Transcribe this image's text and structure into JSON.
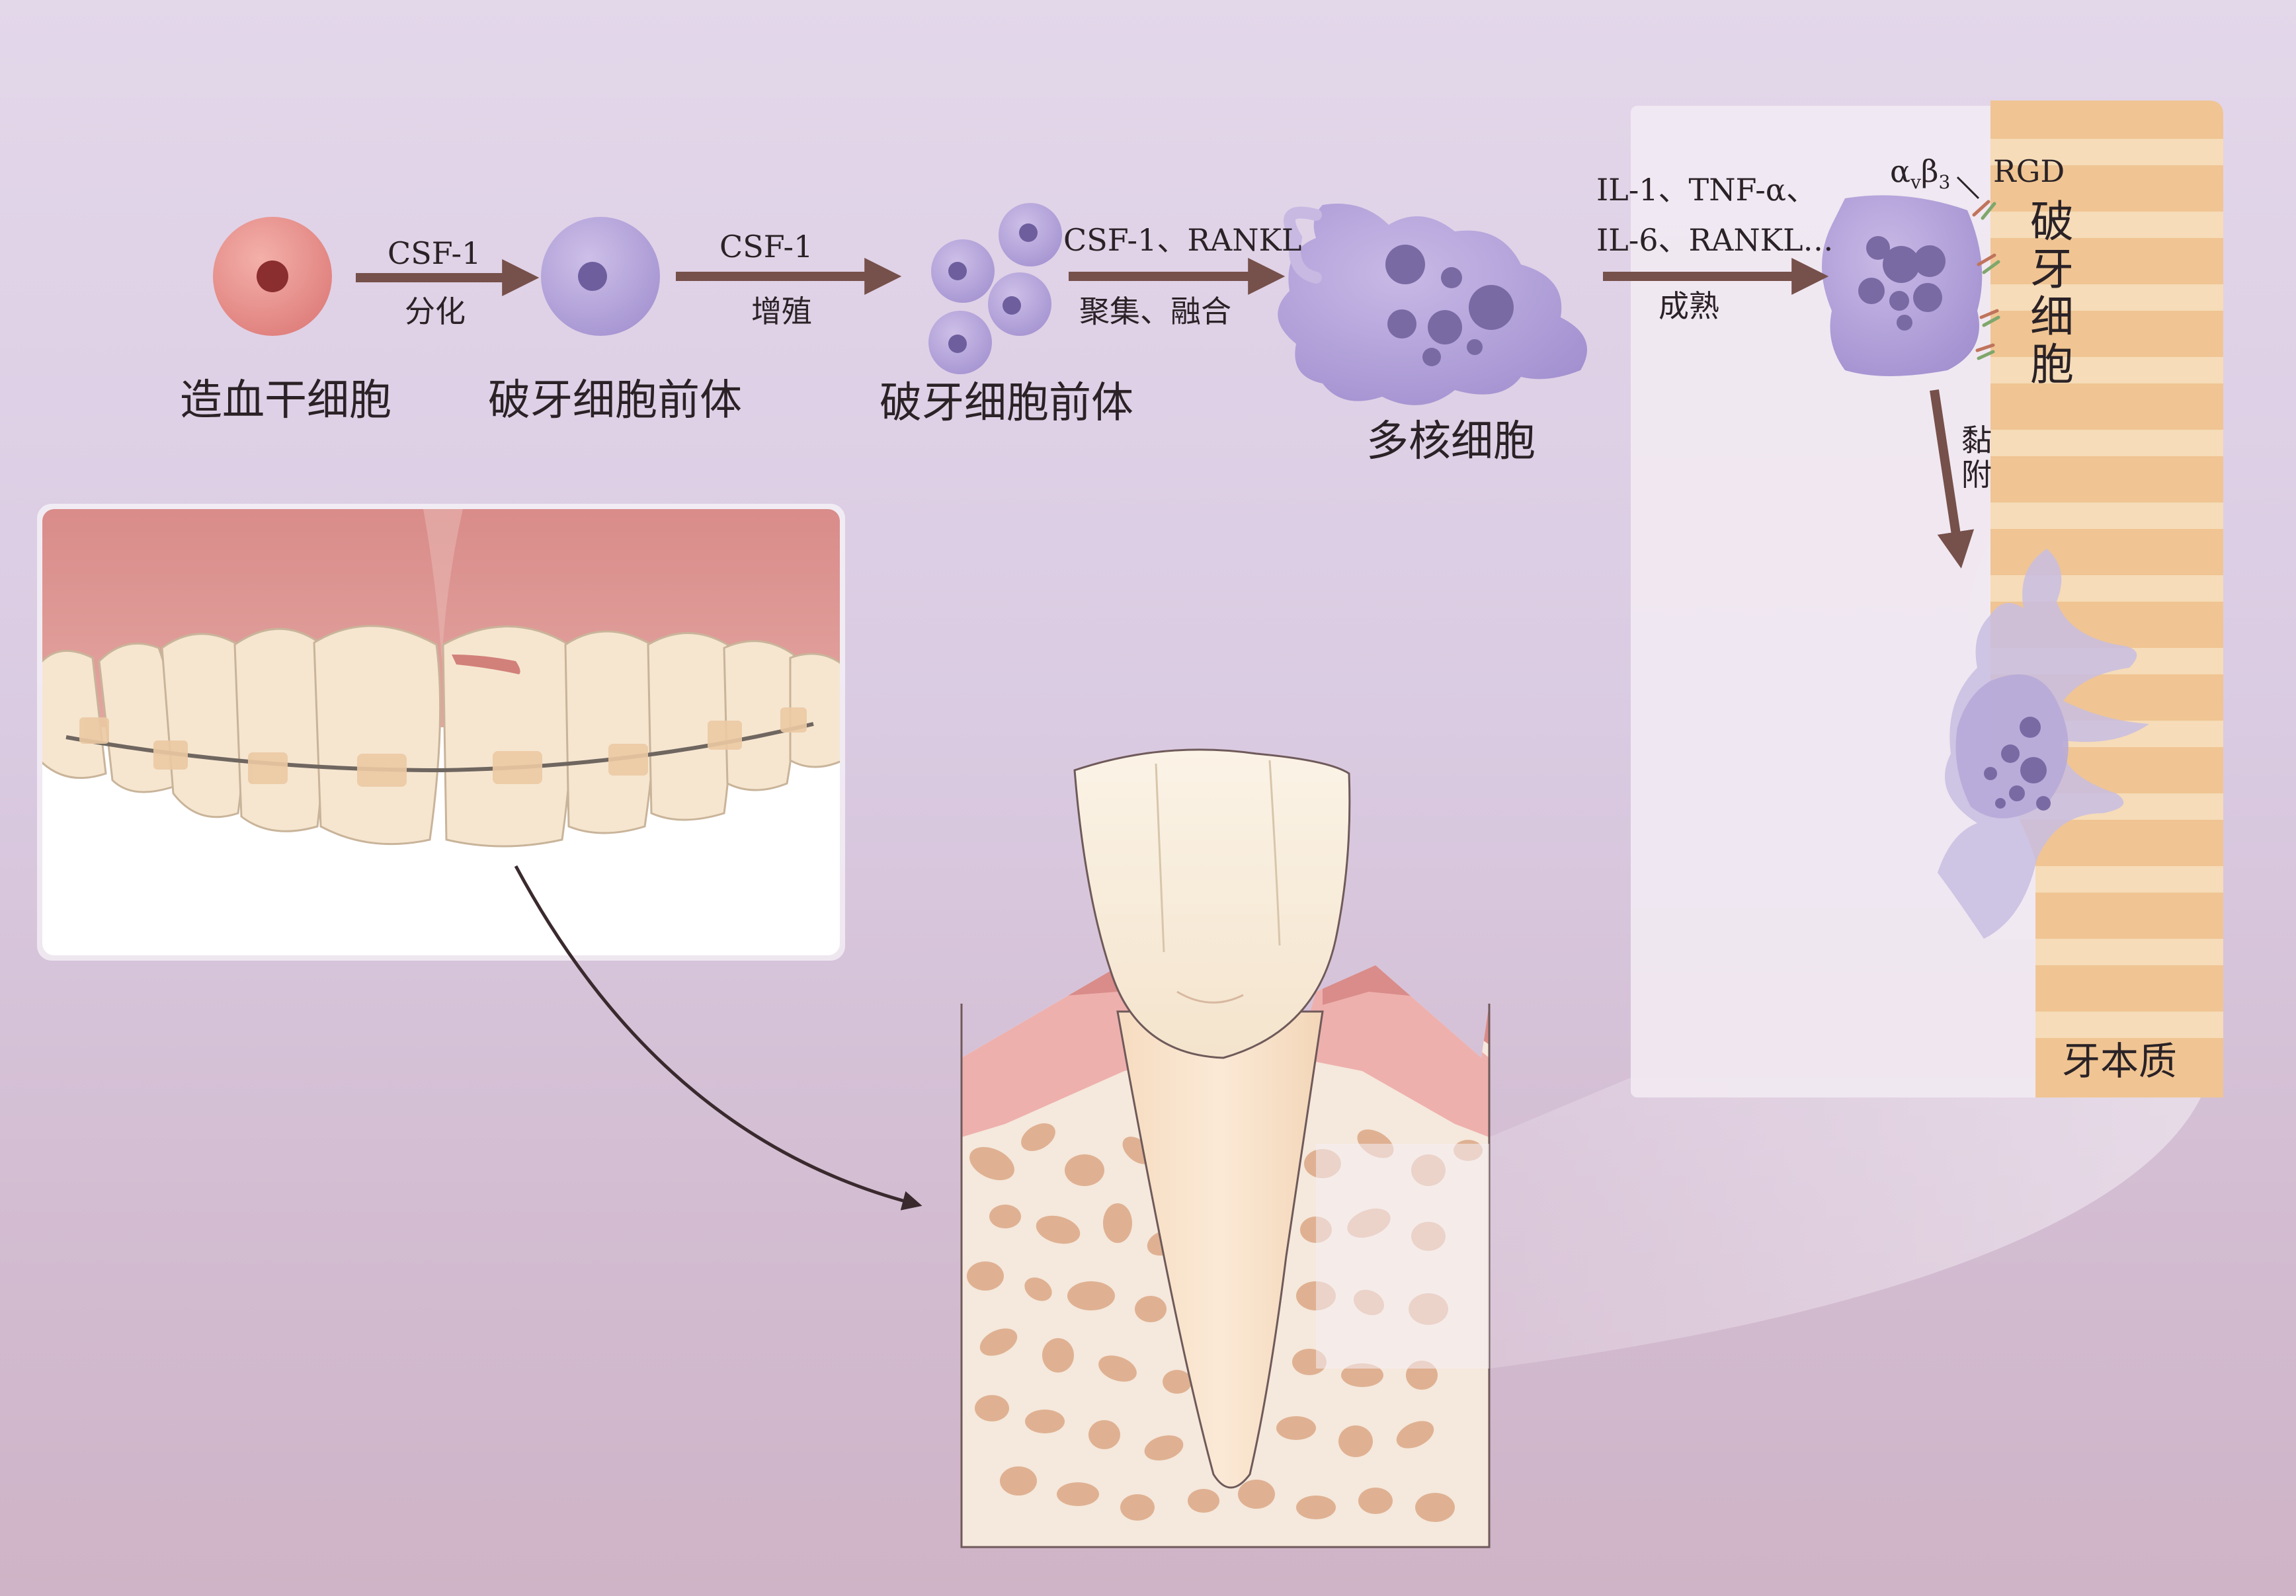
{
  "pathway": {
    "stage1_label": "造血干细胞",
    "stage2_label": "破牙细胞前体",
    "stage3_label": "破牙细胞前体",
    "stage4_label": "多核细胞",
    "arrow1_top": "CSF-1",
    "arrow1_bottom": "分化",
    "arrow2_top": "CSF-1",
    "arrow2_bottom": "增殖",
    "arrow3_top": "CSF-1、RANKL",
    "arrow3_bottom": "聚集、融合",
    "arrow4_top_line1": "IL-1、TNF-α、",
    "arrow4_top_line2": "IL-6、RANKL…",
    "arrow4_bottom": "成熟"
  },
  "inset": {
    "integrin_alpha": "α",
    "integrin_alpha_sub": "v",
    "integrin_beta": "β",
    "integrin_beta_sub": "3",
    "rgd_label": "RGD",
    "cell_label_chars": [
      "破",
      "牙",
      "细",
      "胞"
    ],
    "adhesion_chars": [
      "黏",
      "附"
    ],
    "dentin_label": "牙本质"
  },
  "colors": {
    "background_top": "#e3d7ea",
    "background_bottom": "#cfb3c6",
    "arrow": "#76504a",
    "stem_cell": "#e8908a",
    "precursor_cell": "#b7a6da",
    "multinuclear_cell": "#b3a2d6",
    "gum": "#d99b9a",
    "enamel": "#f8eedf",
    "bracket": "#ecc9a3",
    "dentin": "#f0c593",
    "bone": "#f5e8dc",
    "bone_marrow": "#dfb192"
  }
}
